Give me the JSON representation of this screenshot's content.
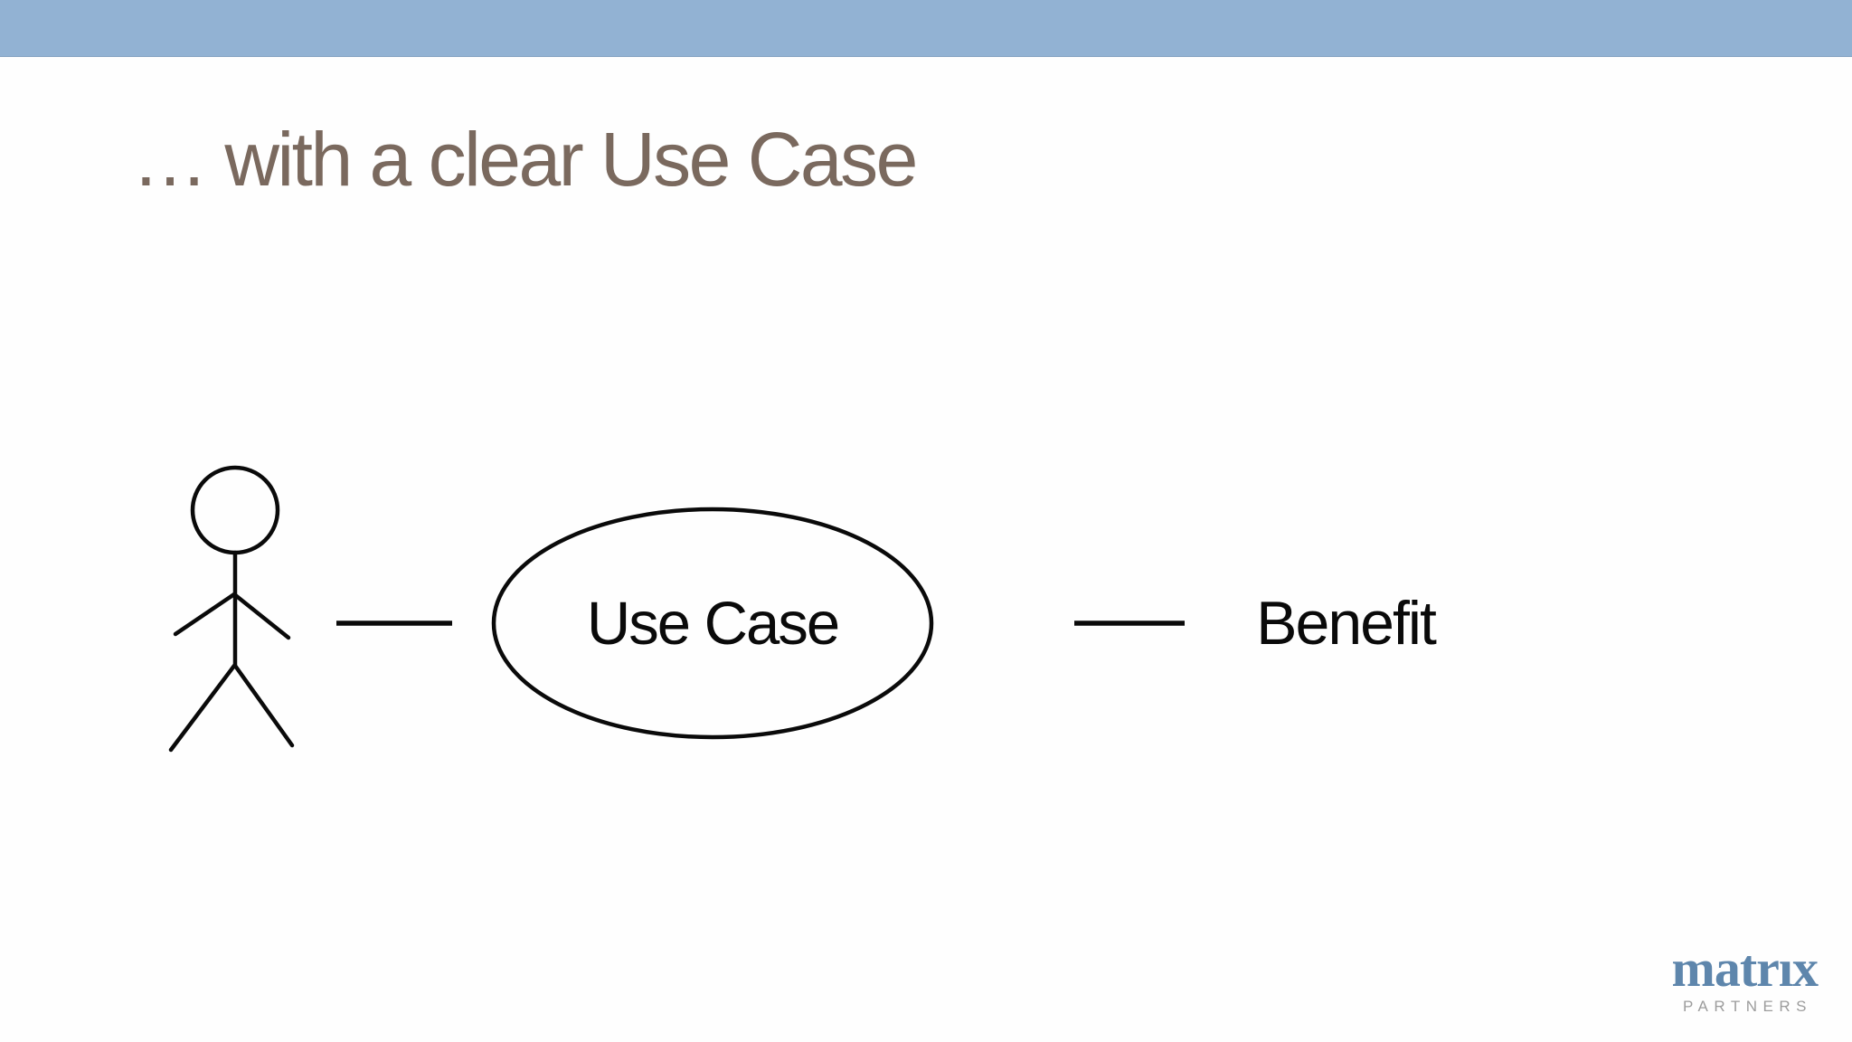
{
  "slide": {
    "title": "… with a clear Use Case"
  },
  "diagram": {
    "use_case_label": "Use Case",
    "benefit_label": "Benefit"
  },
  "logo": {
    "brand": "matrıx",
    "subtitle": "PARTNERS"
  },
  "icons": {
    "actor": "stick-figure-icon"
  },
  "colors": {
    "header_bar": "#92B2D3",
    "title_text": "#7A695E",
    "diagram_ink": "#0A0A0A",
    "logo_blue": "#5E86AC",
    "logo_gray": "#9C9C9C",
    "background": "#FEFEFE"
  }
}
